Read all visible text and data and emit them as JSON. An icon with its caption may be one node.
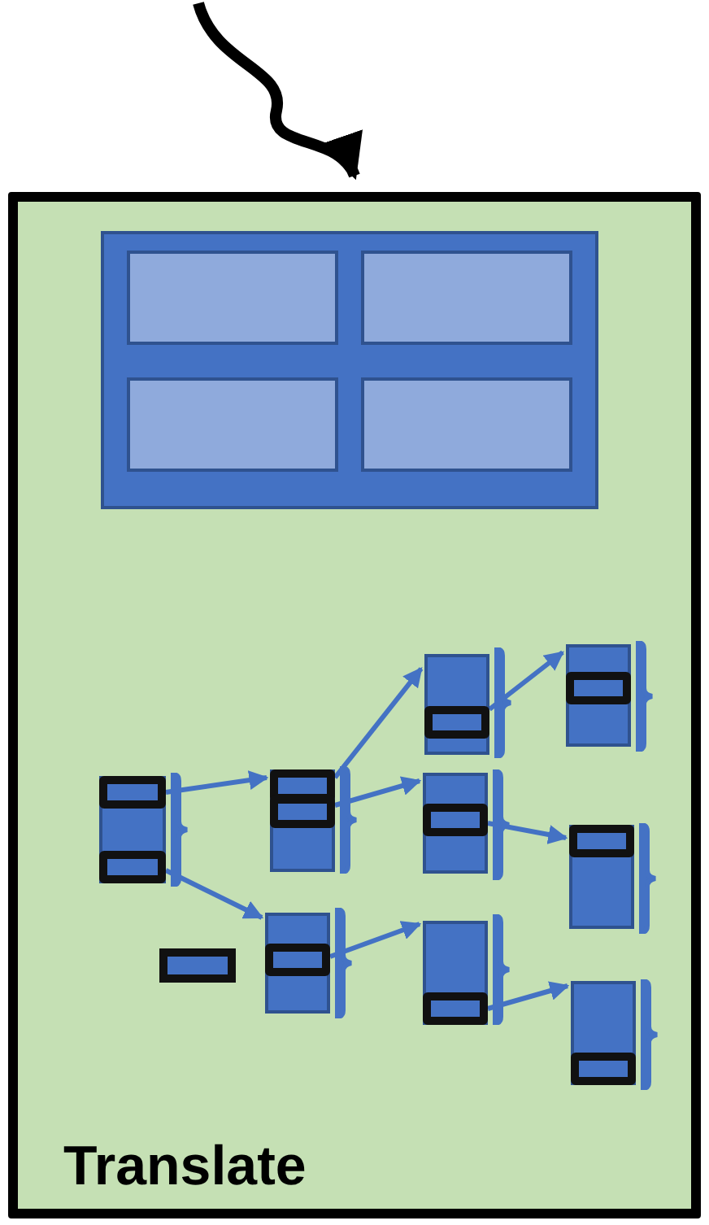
{
  "diagram": {
    "nodes": [
      {
        "text": [
          "Translate"
        ]
      },
      {
        "text": [],
        "shape": "box",
        "in": 0
      },
      {
        "text": [],
        "shape": "box",
        "in": 1
      },
      {
        "text": [],
        "shape": "box",
        "in": 1
      },
      {
        "text": [],
        "shape": "box",
        "in": 1
      },
      {
        "text": [],
        "shape": "box",
        "in": 1
      },
      {
        "text": [],
        "shape": "box",
        "in": 0
      },
      {
        "text": [],
        "shape": "box",
        "in": 0
      },
      {
        "text": [],
        "shape": "box",
        "in": 0
      },
      {
        "text": [],
        "shape": "box",
        "in": 0
      },
      {
        "text": [],
        "shape": "box",
        "in": 0
      },
      {
        "text": [],
        "shape": "box",
        "in": 0
      },
      {
        "text": [],
        "shape": "box",
        "in": 0
      },
      {
        "text": [],
        "shape": "box",
        "in": 0
      },
      {
        "text": [],
        "shape": "box",
        "in": 0
      },
      {
        "text": [],
        "shape": "box",
        "in": 0
      }
    ],
    "edges": [
      {
        "from": null,
        "to": 0,
        "arrow": "to",
        "style": "thick",
        "color": "#000000"
      },
      {
        "from": 6,
        "to": 7,
        "arrow": "to"
      },
      {
        "from": 6,
        "to": 8,
        "arrow": "to"
      },
      {
        "from": 7,
        "to": 9,
        "arrow": "to"
      },
      {
        "from": 7,
        "to": 10,
        "arrow": "to"
      },
      {
        "from": 8,
        "to": 11,
        "arrow": "to"
      },
      {
        "from": 9,
        "to": 12,
        "arrow": "to"
      },
      {
        "from": 10,
        "to": 13,
        "arrow": "to"
      },
      {
        "from": 11,
        "to": 14,
        "arrow": "to"
      }
    ]
  }
}
